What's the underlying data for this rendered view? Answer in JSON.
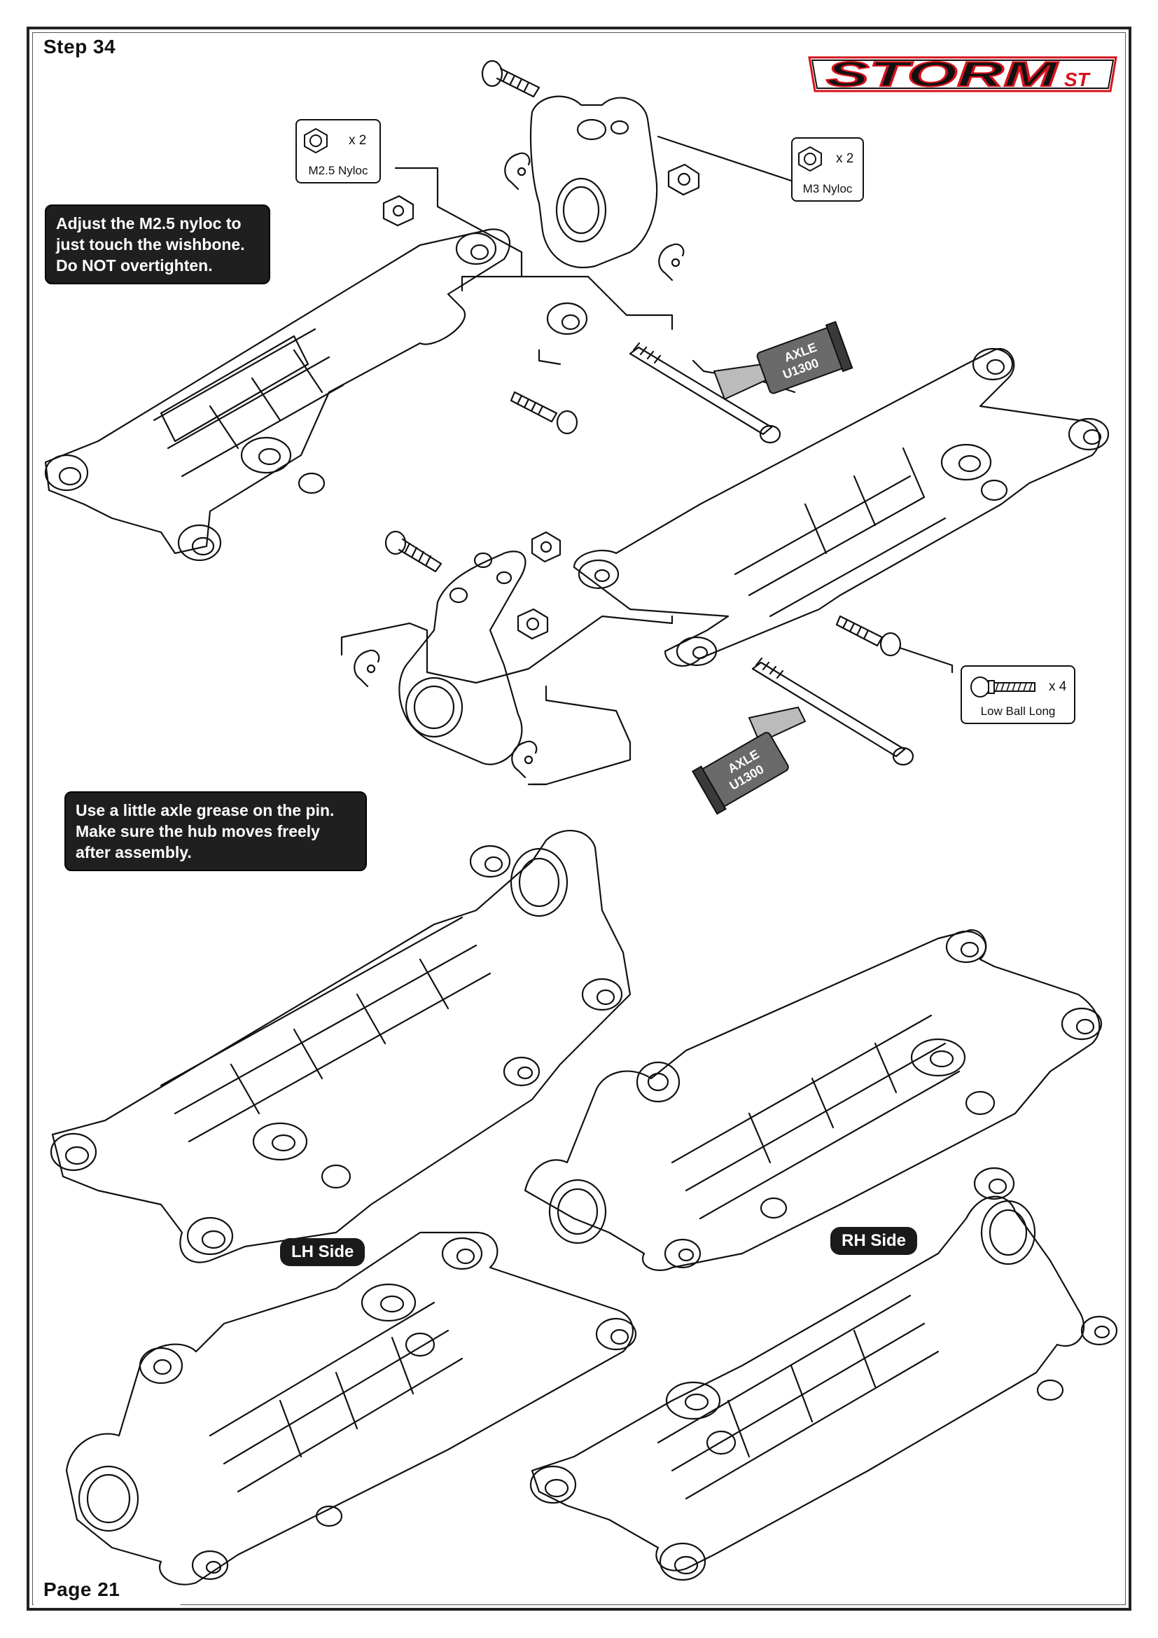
{
  "header": {
    "step_label": "Step 34",
    "page_label": "Page 21",
    "logo_text": "STORM",
    "logo_suffix": "ST"
  },
  "callouts": {
    "nyloc_adjust": [
      "Adjust the M2.5 nyloc to",
      "just touch the wishbone.",
      "Do NOT overtighten."
    ],
    "grease": [
      "Use a little axle grease on the pin.",
      "Make sure the hub moves freely",
      "after assembly."
    ]
  },
  "parts": {
    "m25_nyloc": {
      "qty": "x 2",
      "name": "M2.5 Nyloc"
    },
    "m3_nyloc": {
      "qty": "x 2",
      "name": "M3 Nyloc"
    },
    "low_ball_long": {
      "qty": "x 4",
      "name": "Low Ball Long"
    }
  },
  "grease_tubes": [
    {
      "line1": "AXLE",
      "line2": "U1300"
    },
    {
      "line1": "AXLE",
      "line2": "U1300"
    }
  ],
  "side_labels": {
    "lh": "LH Side",
    "rh": "RH Side"
  },
  "colors": {
    "logo_red": "#d6121b",
    "callout_bg": "#1f1f1f",
    "tube_gray": "#6a6a6a"
  }
}
